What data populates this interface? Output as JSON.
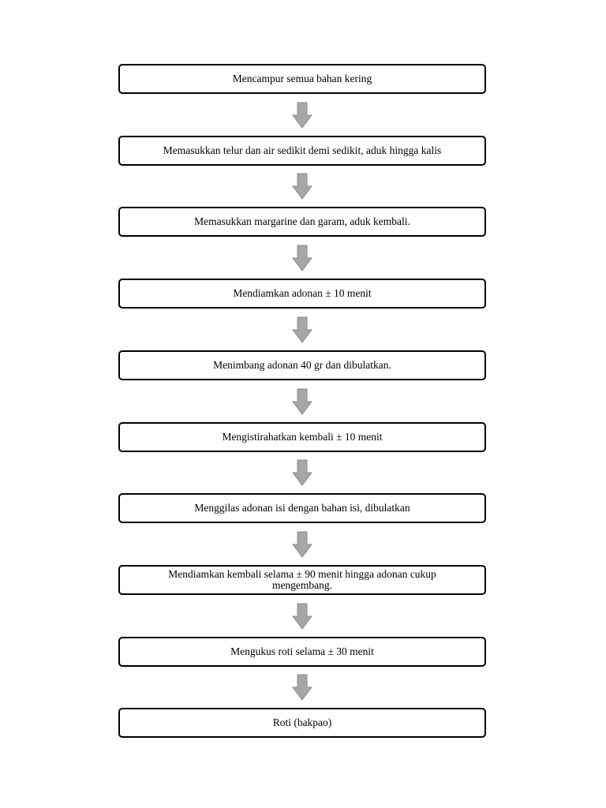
{
  "flowchart": {
    "steps": [
      {
        "label": "Mencampur semua bahan kering"
      },
      {
        "label": "Memasukkan telur dan air sedikit demi sedikit, aduk hingga kalis"
      },
      {
        "label": "Memasukkan margarine dan garam, aduk kembali."
      },
      {
        "label": "Mendiamkan adonan ± 10 menit"
      },
      {
        "label": "Menimbang adonan 40 gr dan dibulatkan."
      },
      {
        "label": "Mengistirahatkan kembali ± 10 menit"
      },
      {
        "label": "Menggilas adonan isi dengan bahan isi, dibulatkan"
      },
      {
        "label": "Mendiamkan kembali selama ± 90 menit hingga adonan cukup mengembang."
      },
      {
        "label": "Mengukus roti selama ± 30 menit"
      },
      {
        "label": "Roti (bakpao)"
      }
    ],
    "arrow_icon": "down-arrow-icon",
    "colors": {
      "box_border": "#000000",
      "box_fill": "#ffffff",
      "arrow_fill": "#a6a6a6",
      "arrow_stroke": "#8c8c8c"
    }
  }
}
